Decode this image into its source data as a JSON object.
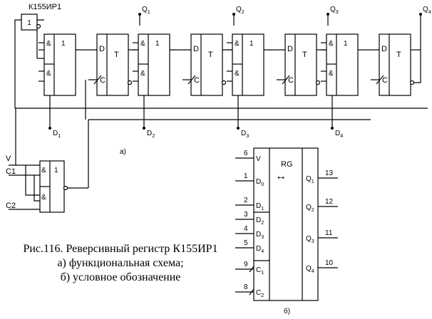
{
  "chip_label": "К155ИР1",
  "inverter_label": "1",
  "and_symbol": "&",
  "or_symbol": "1",
  "d_label": "D",
  "t_label": "T",
  "c_label": "C",
  "outputs": [
    "Q1",
    "Q2",
    "Q3",
    "Q4"
  ],
  "data_inputs": [
    "D1",
    "D2",
    "D3",
    "D4"
  ],
  "control_inputs": {
    "v": "V",
    "c1": "C1",
    "c2": "C2"
  },
  "part_a_label": "а)",
  "part_b_label": "б)",
  "symbol": {
    "title": "RG",
    "arrow": "↔",
    "left_pins": [
      {
        "num": "6",
        "name": "V"
      },
      {
        "num": "1",
        "name": "D0"
      },
      {
        "num": "2",
        "name": "D1"
      },
      {
        "num": "3",
        "name": "D2"
      },
      {
        "num": "4",
        "name": "D3"
      },
      {
        "num": "5",
        "name": "D4"
      },
      {
        "num": "9",
        "name": "C1"
      },
      {
        "num": "8",
        "name": "C2"
      }
    ],
    "right_pins": [
      {
        "num": "13",
        "name": "Q1"
      },
      {
        "num": "12",
        "name": "Q2"
      },
      {
        "num": "11",
        "name": "Q3"
      },
      {
        "num": "10",
        "name": "Q4"
      }
    ]
  },
  "caption": {
    "line1": "Рис.116. Реверсивный регистр К155ИР1",
    "line2": "а) функциональная схема;",
    "line3": "б) условное обозначение"
  }
}
